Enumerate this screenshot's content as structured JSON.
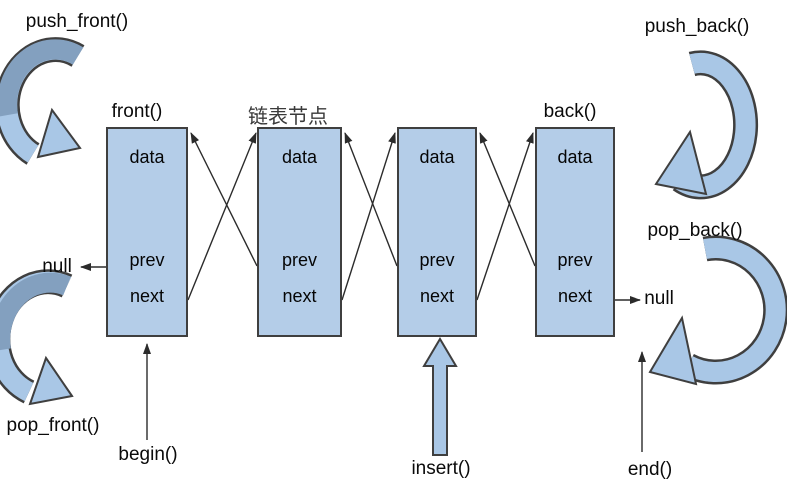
{
  "labels": {
    "push_front": "push_front()",
    "push_back": "push_back()",
    "pop_front": "pop_front()",
    "pop_back": "pop_back()",
    "front": "front()",
    "back": "back()",
    "begin": "begin()",
    "end": "end()",
    "insert": "insert()",
    "node_caption": "链表节点",
    "null_left": "null",
    "null_right": "null"
  },
  "nodes": [
    {
      "data": "data",
      "prev": "prev",
      "next": "next"
    },
    {
      "data": "data",
      "prev": "prev",
      "next": "next"
    },
    {
      "data": "data",
      "prev": "prev",
      "next": "next"
    },
    {
      "data": "data",
      "prev": "prev",
      "next": "next"
    }
  ],
  "colors": {
    "node_fill": "#b4cde8",
    "node_border": "#3f3f3f",
    "arrow_fill": "#a9c7e6",
    "arrow_dark": "#83a0bf",
    "line": "#2b2b2b",
    "background": "#ffffff",
    "text": "#0a0a0a"
  }
}
